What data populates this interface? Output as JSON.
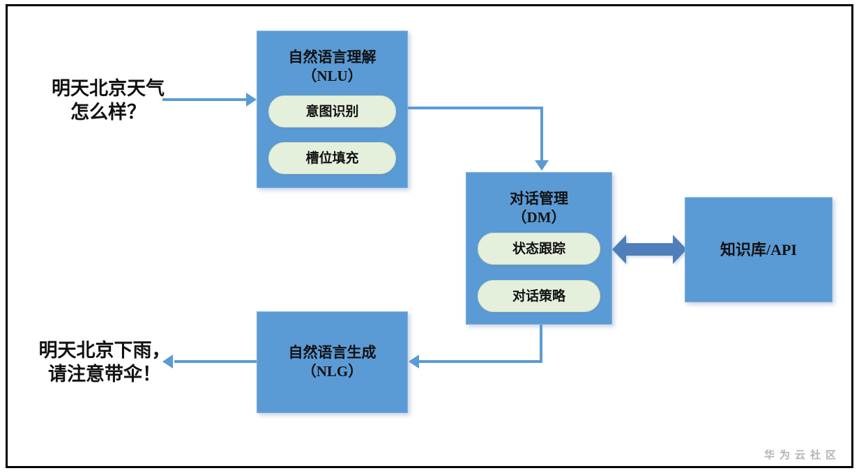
{
  "input_text": {
    "line1": "明天北京天气",
    "line2": "怎么样？"
  },
  "output_text": {
    "line1": "明天北京下雨，",
    "line2": "请注意带伞！"
  },
  "nodes": {
    "nlu": {
      "title": "自然语言理解",
      "subtitle": "（NLU）",
      "items": [
        "意图识别",
        "槽位填充"
      ]
    },
    "dm": {
      "title": "对话管理",
      "subtitle": "（DM）",
      "items": [
        "状态跟踪",
        "对话策略"
      ]
    },
    "kb": {
      "title": "知识库/API"
    },
    "nlg": {
      "title": "自然语言生成",
      "subtitle": "（NLG）"
    }
  },
  "watermark": "华为云社区",
  "colors": {
    "node_fill": "#5b9bd5",
    "pill_fill": "#e5f0dc",
    "thin_arrow": "#5b9bd5",
    "double_arrow": "#4f7fba",
    "frame_border": "#000000",
    "watermark_text": "#b3b3b3"
  }
}
